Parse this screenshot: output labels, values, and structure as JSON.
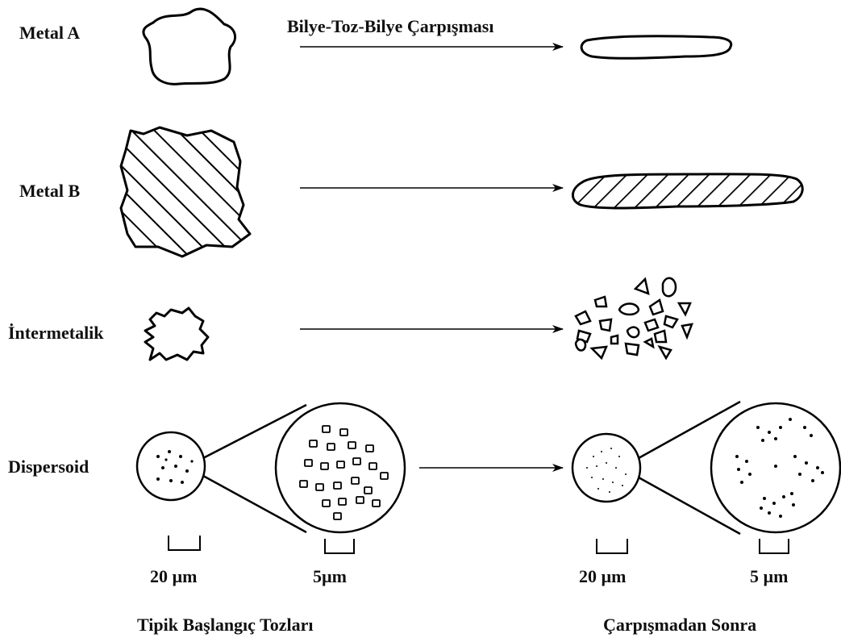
{
  "labels": {
    "metal_a": "Metal A",
    "metal_b": "Metal B",
    "intermetallic": "İntermetalik",
    "dispersoid": "Dispersoid"
  },
  "process_label": "Bilye-Toz-Bilye Çarpışması",
  "scales": {
    "start_small": "20 µm",
    "start_zoom": "5µm",
    "end_small": "20 µm",
    "end_zoom": "5 µm"
  },
  "captions": {
    "start": "Tipik Başlangıç Tozları",
    "end": "Çarpışmadan Sonra"
  }
}
